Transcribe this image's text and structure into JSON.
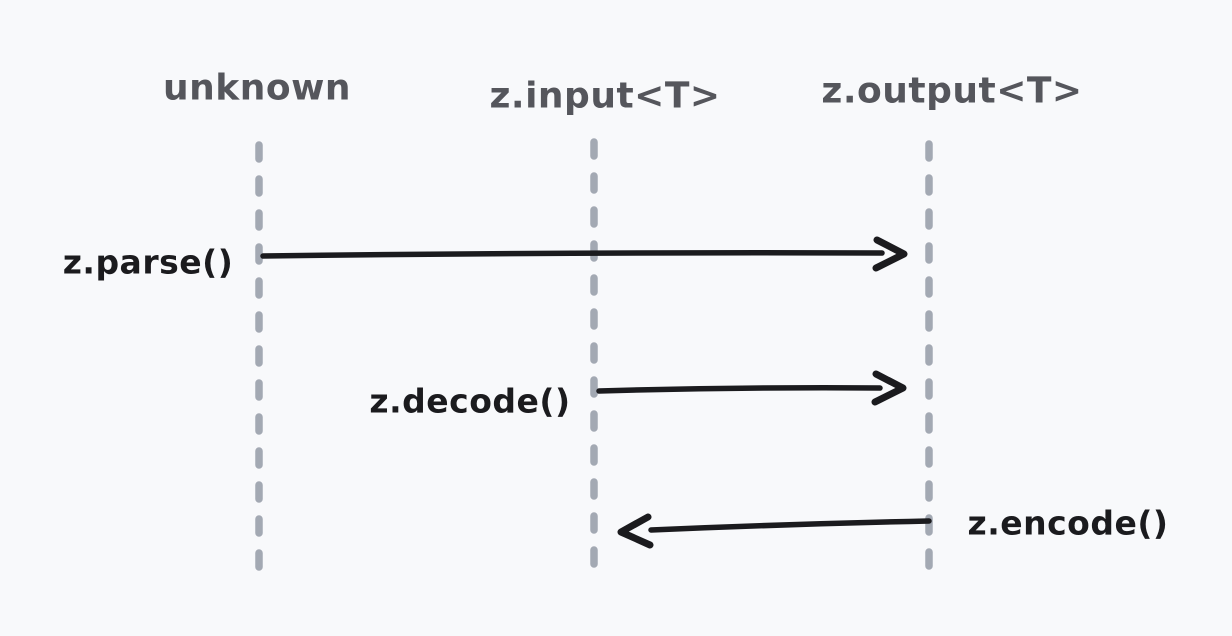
{
  "diagram": {
    "type": "sequence-diagram",
    "lifelines": [
      {
        "id": "unknown",
        "label": "unknown"
      },
      {
        "id": "input",
        "label": "z.input<T>"
      },
      {
        "id": "output",
        "label": "z.output<T>"
      }
    ],
    "messages": [
      {
        "id": "parse",
        "label": "z.parse()",
        "from": "unknown",
        "to": "output",
        "direction": "right",
        "label_side": "left-of-source"
      },
      {
        "id": "decode",
        "label": "z.decode()",
        "from": "input",
        "to": "output",
        "direction": "right",
        "label_side": "left-of-source"
      },
      {
        "id": "encode",
        "label": "z.encode()",
        "from": "output",
        "to": "input",
        "direction": "left",
        "label_side": "right-of-source"
      }
    ],
    "colors": {
      "background": "#f8f9fb",
      "lifeline": "#a3a9b3",
      "lifeline_label_text": "#55565c",
      "message_text": "#1b1b1e",
      "arrow": "#1b1b1e"
    }
  }
}
